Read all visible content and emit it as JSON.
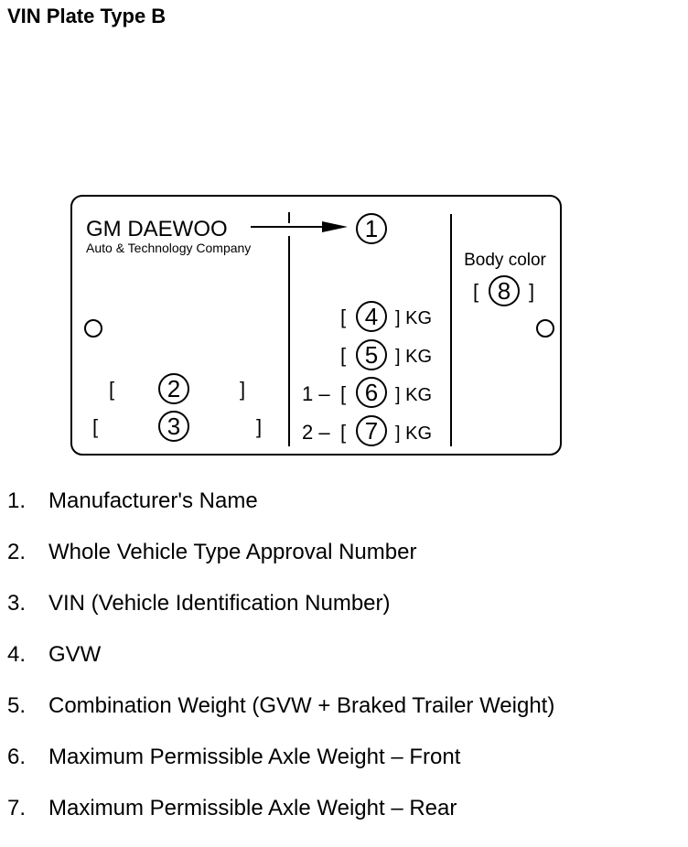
{
  "title": "VIN Plate Type B",
  "plate": {
    "manufacturer": "GM DAEWOO",
    "company": "Auto & Technology Company",
    "body_color_label": "Body color",
    "callouts": [
      "1",
      "2",
      "3",
      "4",
      "5",
      "6",
      "7",
      "8"
    ],
    "open_bracket": "[",
    "close_bracket": "]",
    "close_bracket_kg": "] KG",
    "axle_front_prefix": "1 –",
    "axle_rear_prefix": "2 –"
  },
  "legend": [
    {
      "num": "1.",
      "text": "Manufacturer's Name"
    },
    {
      "num": "2.",
      "text": "Whole Vehicle Type Approval Number"
    },
    {
      "num": "3.",
      "text": "VIN (Vehicle Identification Number)"
    },
    {
      "num": "4.",
      "text": "GVW"
    },
    {
      "num": "5.",
      "text": "Combination Weight (GVW + Braked Trailer Weight)"
    },
    {
      "num": "6.",
      "text": "Maximum Permissible Axle Weight – Front"
    },
    {
      "num": "7.",
      "text": "Maximum Permissible Axle Weight – Rear"
    }
  ]
}
